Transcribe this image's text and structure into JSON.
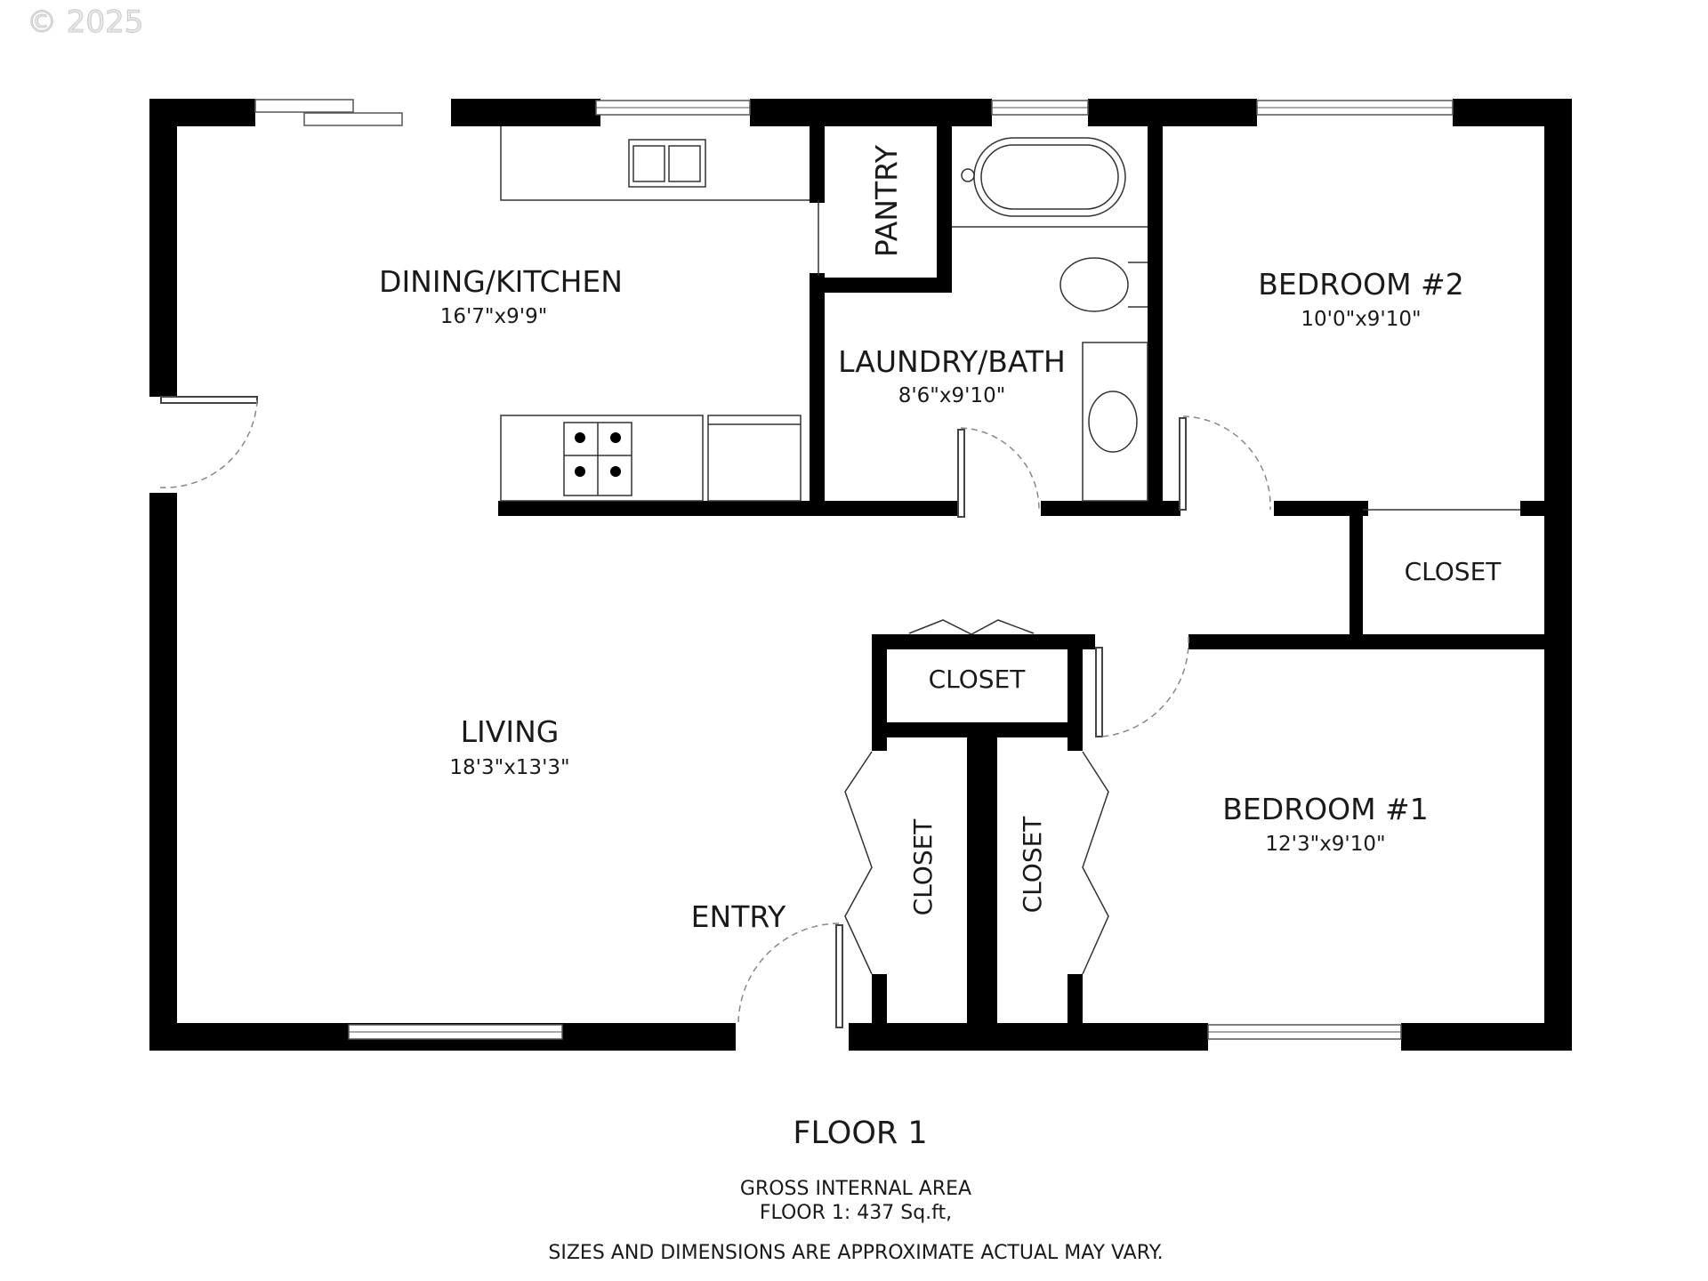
{
  "copyright": "© 2025",
  "rooms": {
    "dining_kitchen": {
      "name": "DINING/KITCHEN",
      "size": "16'7\"x9'9\""
    },
    "pantry": {
      "name": "PANTRY"
    },
    "laundry_bath": {
      "name": "LAUNDRY/BATH",
      "size": "8'6\"x9'10\""
    },
    "bedroom2": {
      "name": "BEDROOM #2",
      "size": "10'0\"x9'10\""
    },
    "living": {
      "name": "LIVING",
      "size": "18'3\"x13'3\""
    },
    "bedroom1": {
      "name": "BEDROOM #1",
      "size": "12'3\"x9'10\""
    },
    "entry": {
      "name": "ENTRY"
    },
    "closet_bed2": {
      "name": "CLOSET"
    },
    "closet_hall": {
      "name": "CLOSET"
    },
    "closet_left": {
      "name": "CLOSET"
    },
    "closet_right": {
      "name": "CLOSET"
    }
  },
  "footer": {
    "floor_title": "FLOOR 1",
    "gross_area_label": "GROSS INTERNAL AREA",
    "floor_area": "FLOOR 1: 437 Sq.ft,",
    "disclaimer": "SIZES AND DIMENSIONS ARE APPROXIMATE ACTUAL MAY VARY."
  }
}
